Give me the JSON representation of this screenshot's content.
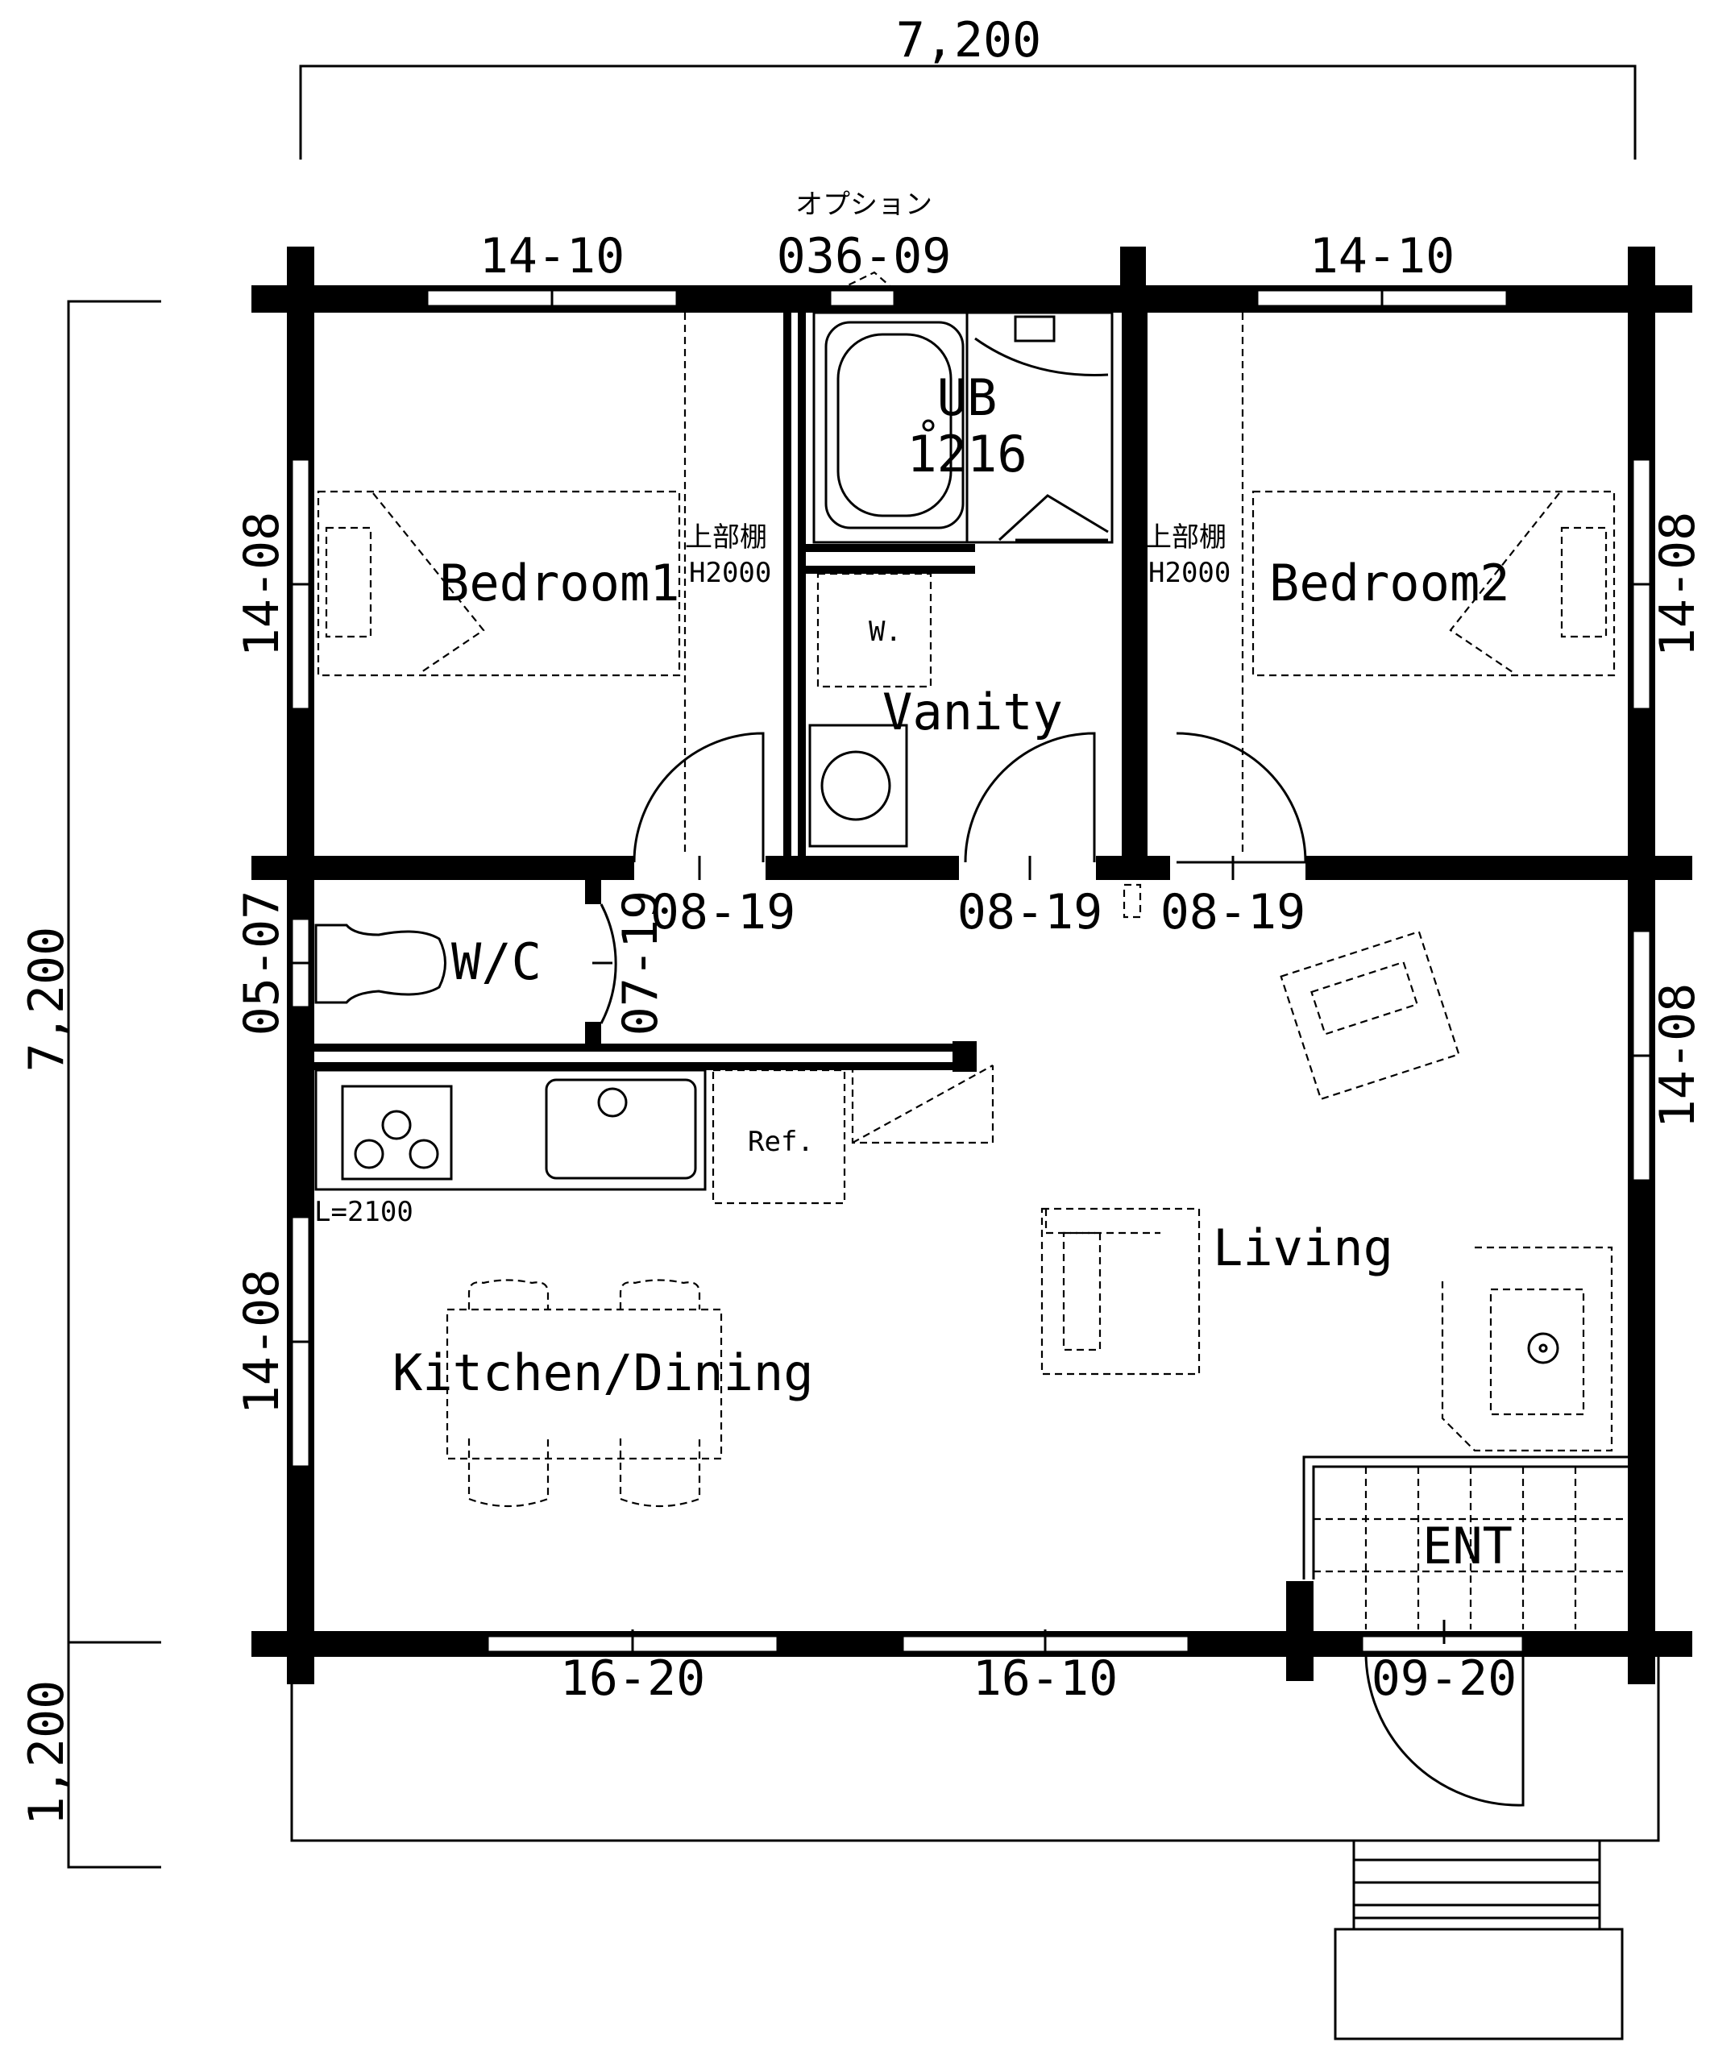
{
  "dimensions": {
    "overall_width": "7,200",
    "overall_depth": "7,200",
    "deck_depth": "1,200"
  },
  "rooms": {
    "bedroom1": "Bedroom1",
    "bedroom2": "Bedroom2",
    "unit_bath": "UB",
    "unit_bath_size": "1216",
    "vanity": "Vanity",
    "washer": "W.",
    "toilet": "W/C",
    "kitchen_dining": "Kitchen/Dining",
    "living": "Living",
    "entrance": "ENT",
    "refrigerator": "Ref.",
    "counter_length": "L=2100"
  },
  "shelves": {
    "left": {
      "label": "上部棚",
      "height": "H2000"
    },
    "right": {
      "label": "上部棚",
      "height": "H2000"
    }
  },
  "openings": {
    "top_left_window": "14-10",
    "bath_window_option": "オプション",
    "bath_window": "036-09",
    "top_right_window": "14-10",
    "left_bedroom_window": "14-08",
    "right_bedroom_window": "14-08",
    "toilet_window": "05-07",
    "toilet_door": "07-19",
    "right_living_window": "14-08",
    "left_dining_window": "14-08",
    "door_bedroom1": "08-19",
    "door_vanity": "08-19",
    "door_bedroom2": "08-19",
    "bottom_left_window": "16-20",
    "bottom_middle_window": "16-10",
    "entrance_door": "09-20"
  }
}
